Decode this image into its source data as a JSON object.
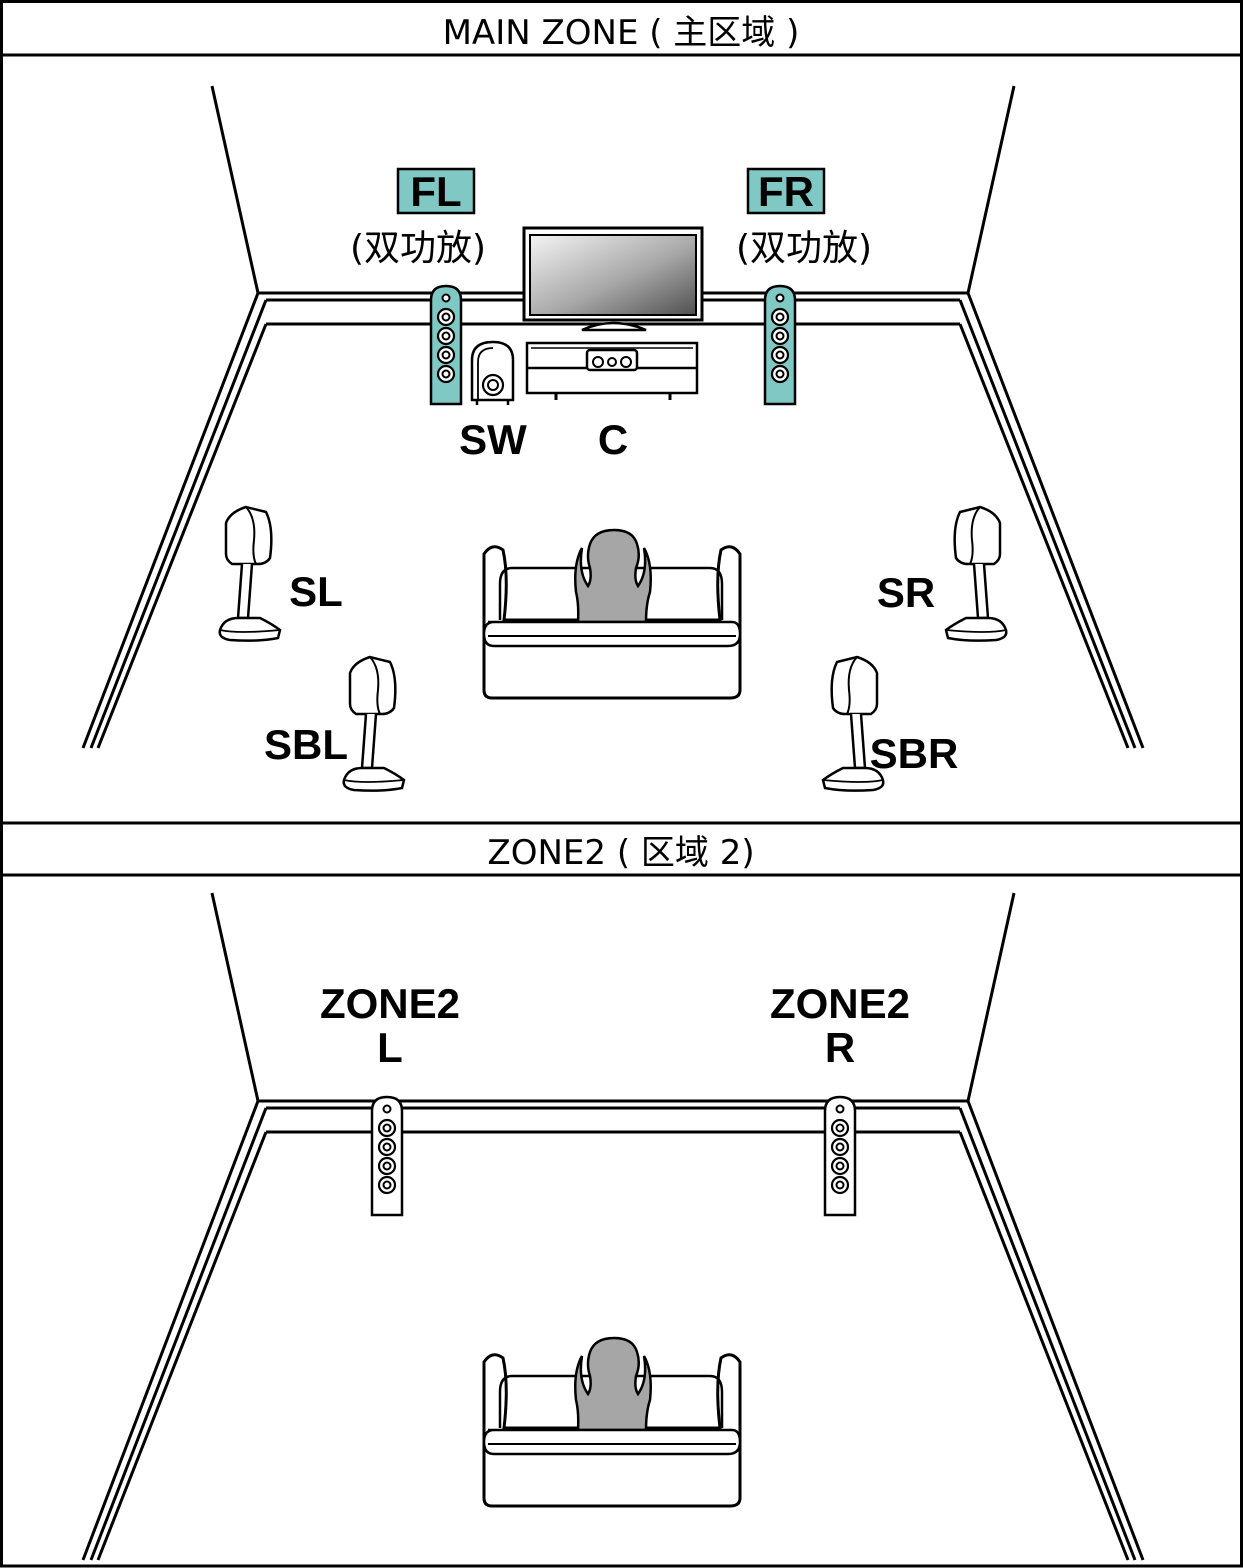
{
  "main_zone": {
    "title": "MAIN ZONE ( 主区域 )",
    "speakers": {
      "fl": {
        "label": "FL",
        "note": "(双功放)"
      },
      "fr": {
        "label": "FR",
        "note": "(双功放)"
      },
      "sw": {
        "label": "SW"
      },
      "c": {
        "label": "C"
      },
      "sl": {
        "label": "SL"
      },
      "sr": {
        "label": "SR"
      },
      "sbl": {
        "label": "SBL"
      },
      "sbr": {
        "label": "SBR"
      }
    }
  },
  "zone2": {
    "title": "ZONE2 ( 区域 2)",
    "speakers": {
      "left": {
        "line1": "ZONE2",
        "line2": "L"
      },
      "right": {
        "line1": "ZONE2",
        "line2": "R"
      }
    }
  },
  "colors": {
    "highlight": "#7fc8c4",
    "person": "#a6a6a6",
    "line": "#000000"
  }
}
